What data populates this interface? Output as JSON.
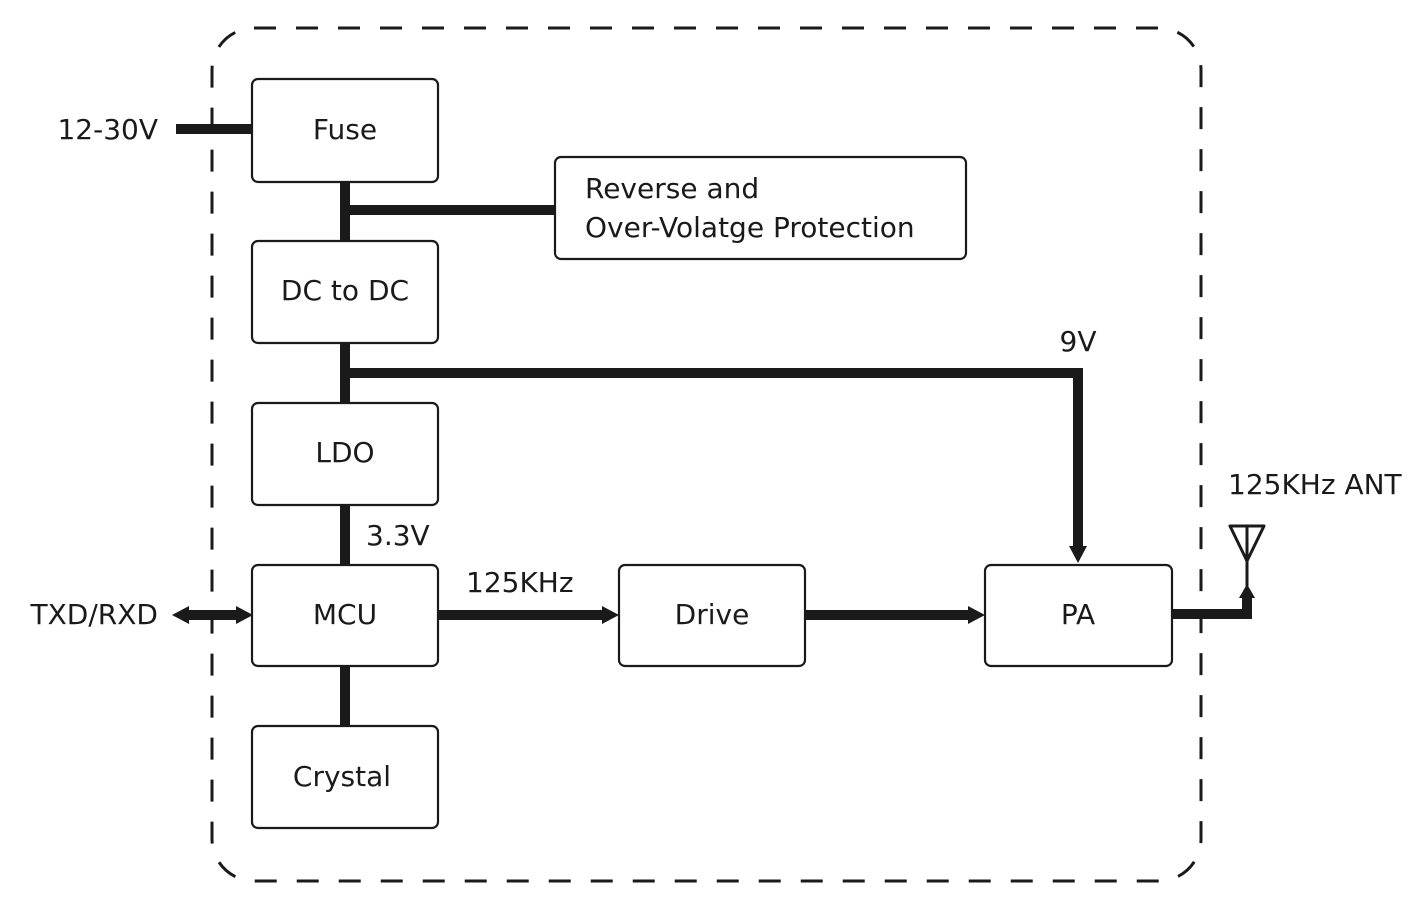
{
  "diagram": {
    "type": "block-diagram",
    "blocks": {
      "fuse": "Fuse",
      "protection_line1": "Reverse and",
      "protection_line2": "Over-Volatge Protection",
      "dcdc": "DC to DC",
      "ldo": "LDO",
      "mcu": "MCU",
      "crystal": "Crystal",
      "drive": "Drive",
      "pa": "PA"
    },
    "labels": {
      "input_voltage": "12-30V",
      "rail_9v": "9V",
      "rail_3v3": "3.3V",
      "signal_freq": "125KHz",
      "serial": "TXD/RXD",
      "antenna": "125KHz ANT"
    },
    "connections": [
      {
        "from": "12-30V",
        "to": "Fuse"
      },
      {
        "from": "Fuse",
        "to": "Reverse and Over-Volatge Protection"
      },
      {
        "from": "Fuse",
        "to": "DC to DC"
      },
      {
        "from": "DC to DC",
        "to": "LDO"
      },
      {
        "from": "DC to DC",
        "to": "PA",
        "label": "9V"
      },
      {
        "from": "LDO",
        "to": "MCU",
        "label": "3.3V"
      },
      {
        "from": "MCU",
        "to": "Crystal"
      },
      {
        "from": "MCU",
        "to": "Drive",
        "label": "125KHz"
      },
      {
        "from": "Drive",
        "to": "PA"
      },
      {
        "from": "PA",
        "to": "125KHz ANT"
      },
      {
        "from": "TXD/RXD",
        "to": "MCU",
        "bidirectional": true
      }
    ]
  }
}
